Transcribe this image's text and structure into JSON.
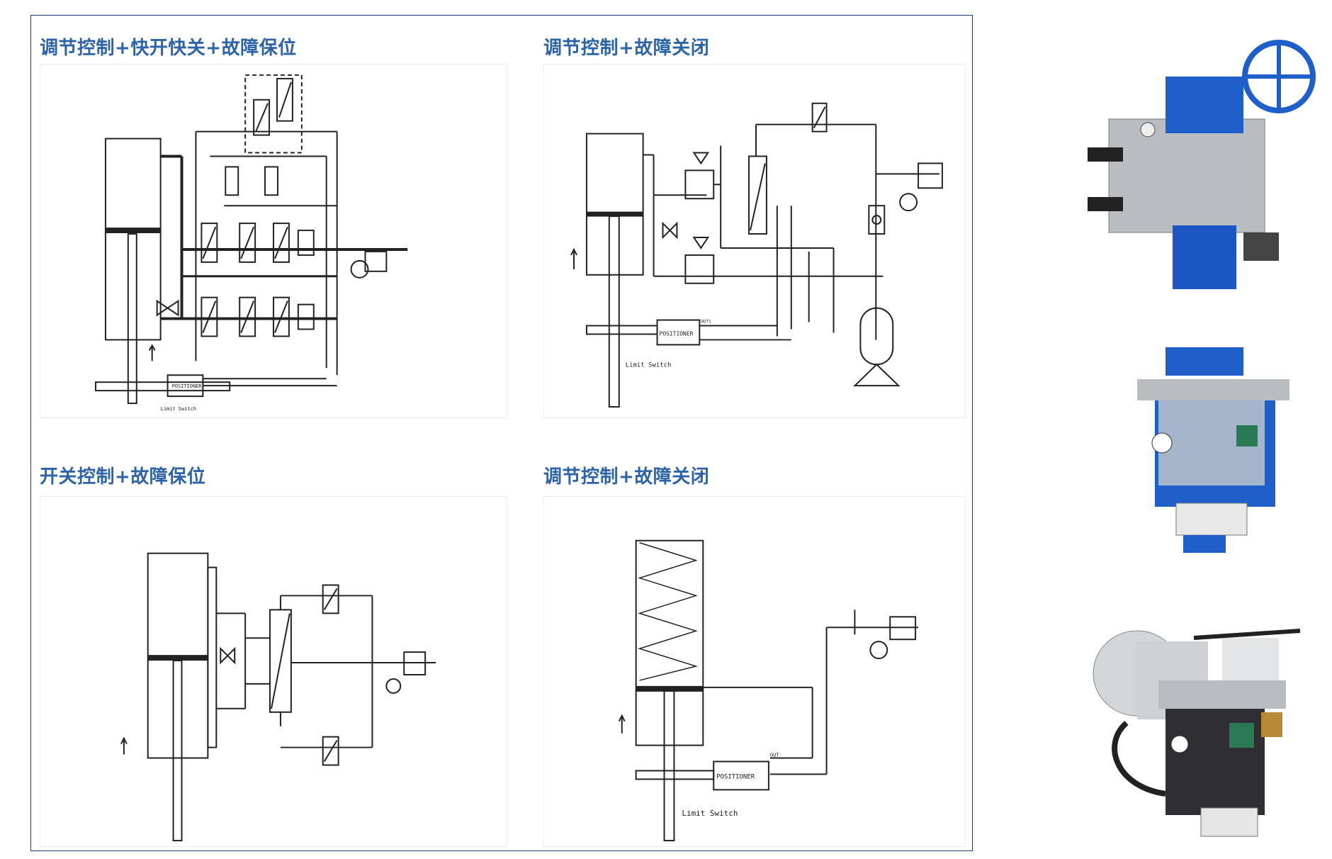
{
  "panels": [
    {
      "title": "调节控制+快开快关+故障保位",
      "labels": {
        "positioner": "POSITIONER",
        "limit": "Limit Switch"
      }
    },
    {
      "title": "调节控制+故障关闭",
      "labels": {
        "positioner": "POSITIONER",
        "limit": "Limit Switch",
        "out": "OUT1"
      }
    },
    {
      "title": "开关控制+故障保位",
      "labels": {}
    },
    {
      "title": "调节控制+故障关闭",
      "labels": {
        "positioner": "POSITIONER",
        "limit": "Limit Switch",
        "out": "OUT"
      }
    }
  ],
  "photos": [
    "actuator-photo-1",
    "actuator-photo-2",
    "actuator-photo-3"
  ],
  "colors": {
    "title": "#2d63a8",
    "frame": "#1f3a6e",
    "line": "#222222"
  }
}
